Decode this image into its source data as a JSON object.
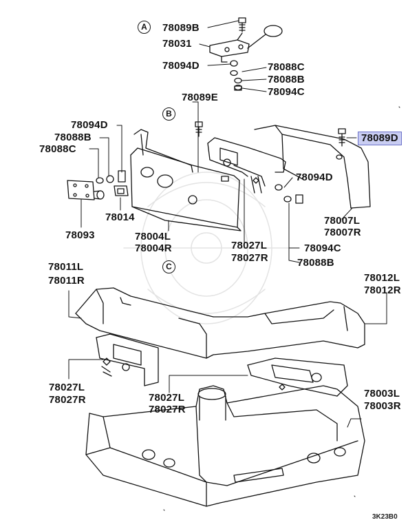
{
  "section_markers": [
    "A",
    "B",
    "C"
  ],
  "labels": {
    "p78089b": "78089B",
    "p78031": "78031",
    "p78094d_top": "78094D",
    "p78088c_top": "78088C",
    "p78088b_top": "78088B",
    "p78094c_top": "78094C",
    "p78089e": "78089E",
    "p78089d": "78089D",
    "p78094d_left": "78094D",
    "p78088b_left": "78088B",
    "p78088c_left": "78088C",
    "p78093": "78093",
    "p78014": "78014",
    "p78004l": "78004L",
    "p78004r": "78004R",
    "p78027l_mid": "78027L",
    "p78027r_mid": "78027R",
    "p78094d_right": "78094D",
    "p78007l": "78007L",
    "p78007r": "78007R",
    "p78094c_right": "78094C",
    "p78088b_right": "78088B",
    "p78011l": "78011L",
    "p78011r": "78011R",
    "p78012l": "78012L",
    "p78012r": "78012R",
    "p78027l_left": "78027L",
    "p78027r_left": "78027R",
    "p78027l_bot": "78027L",
    "p78027r_bot": "78027R",
    "p78003l": "78003L",
    "p78003r": "78003R"
  },
  "highlighted_part": "78089D",
  "highlight_color": "#c9cdf2",
  "diagram_code": "3K23B0"
}
